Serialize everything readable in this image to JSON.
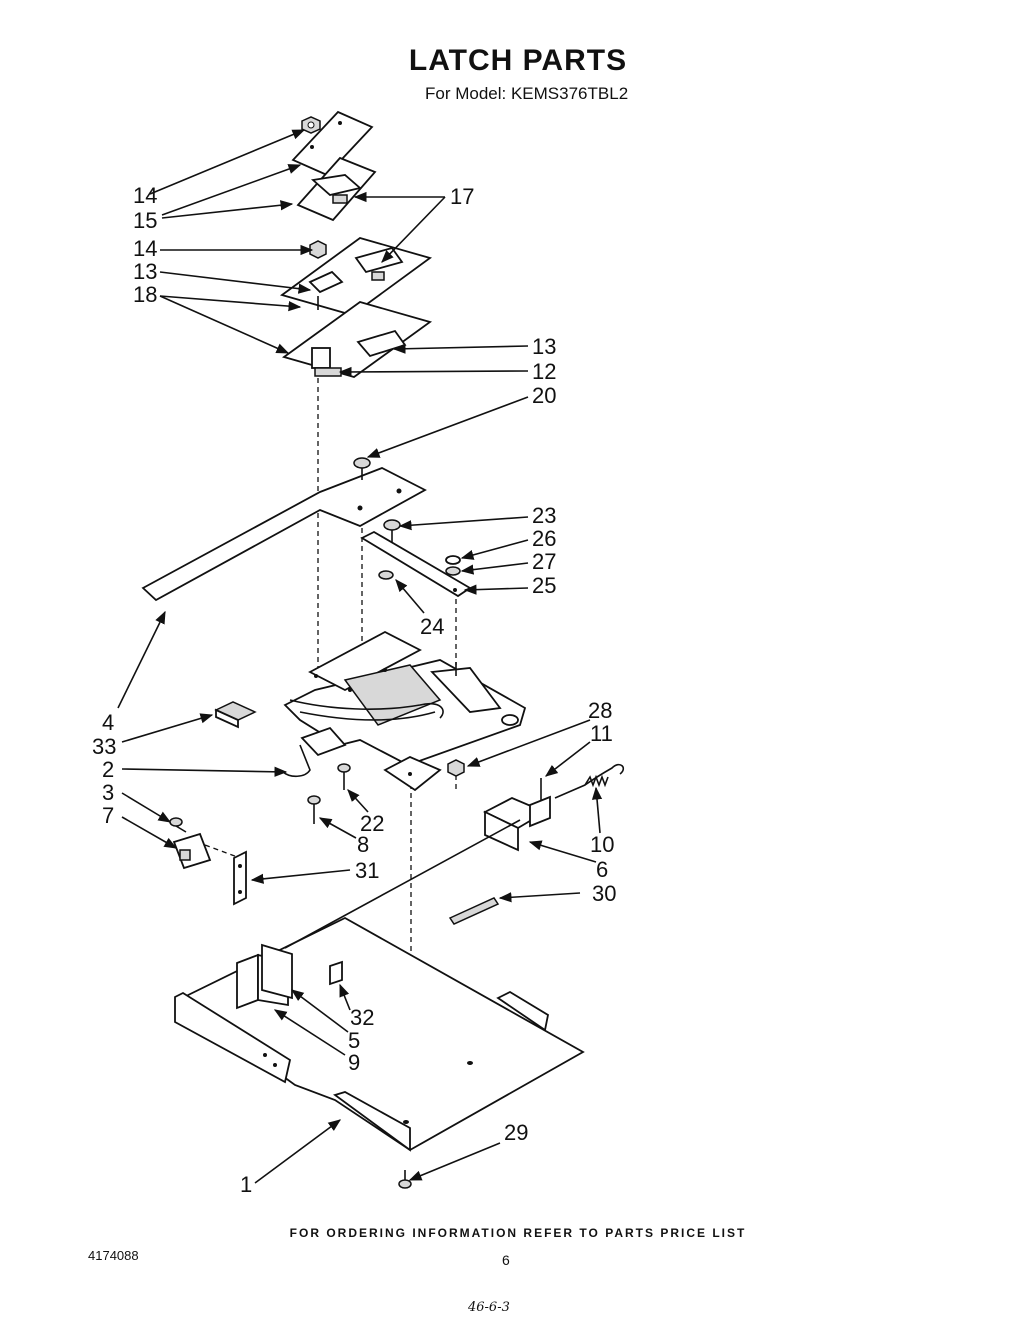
{
  "header": {
    "title": "LATCH PARTS",
    "subtitle": "For Model: KEMS376TBL2"
  },
  "callouts": [
    {
      "id": "c14a",
      "label": "14"
    },
    {
      "id": "c15",
      "label": "15"
    },
    {
      "id": "c17",
      "label": "17"
    },
    {
      "id": "c14b",
      "label": "14"
    },
    {
      "id": "c13a",
      "label": "13"
    },
    {
      "id": "c18",
      "label": "18"
    },
    {
      "id": "c13b",
      "label": "13"
    },
    {
      "id": "c12",
      "label": "12"
    },
    {
      "id": "c20",
      "label": "20"
    },
    {
      "id": "c23",
      "label": "23"
    },
    {
      "id": "c26",
      "label": "26"
    },
    {
      "id": "c27",
      "label": "27"
    },
    {
      "id": "c25",
      "label": "25"
    },
    {
      "id": "c24",
      "label": "24"
    },
    {
      "id": "c4",
      "label": "4"
    },
    {
      "id": "c33",
      "label": "33"
    },
    {
      "id": "c28",
      "label": "28"
    },
    {
      "id": "c11",
      "label": "11"
    },
    {
      "id": "c2",
      "label": "2"
    },
    {
      "id": "c3",
      "label": "3"
    },
    {
      "id": "c22",
      "label": "22"
    },
    {
      "id": "c7",
      "label": "7"
    },
    {
      "id": "c8",
      "label": "8"
    },
    {
      "id": "c10",
      "label": "10"
    },
    {
      "id": "c6",
      "label": "6"
    },
    {
      "id": "c31",
      "label": "31"
    },
    {
      "id": "c30",
      "label": "30"
    },
    {
      "id": "c32",
      "label": "32"
    },
    {
      "id": "c5",
      "label": "5"
    },
    {
      "id": "c9",
      "label": "9"
    },
    {
      "id": "c29",
      "label": "29"
    },
    {
      "id": "c1",
      "label": "1"
    }
  ],
  "footer": {
    "ordering_note": "FOR ORDERING INFORMATION REFER TO PARTS PRICE LIST",
    "doc_number": "4174088",
    "page_number": "6",
    "handwritten_note": "46-6-3"
  }
}
